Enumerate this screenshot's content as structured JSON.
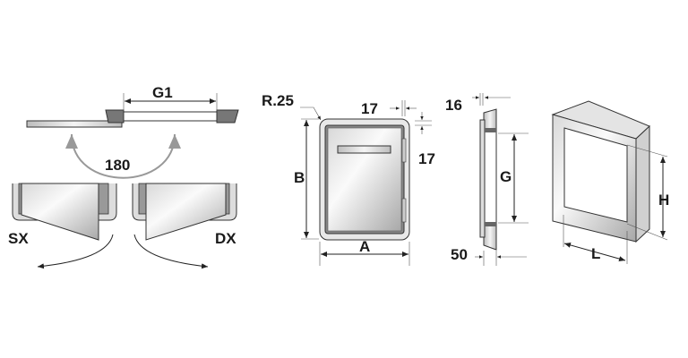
{
  "opening_view": {
    "gap_label": "G1",
    "angle_label": "180",
    "left_hand_label": "SX",
    "right_hand_label": "DX"
  },
  "front_view": {
    "radius_label": "R.25",
    "top_offset_label": "17",
    "side_offset_label": "17",
    "height_label": "B",
    "width_label": "A"
  },
  "side_view": {
    "flange_label": "16",
    "opening_label": "G",
    "depth_label": "50"
  },
  "cutout_view": {
    "height_label": "H",
    "width_label": "L"
  },
  "colors": {
    "line": "#222222",
    "metal_light": "#f2f2f2",
    "metal_dark": "#8a8a8a"
  }
}
